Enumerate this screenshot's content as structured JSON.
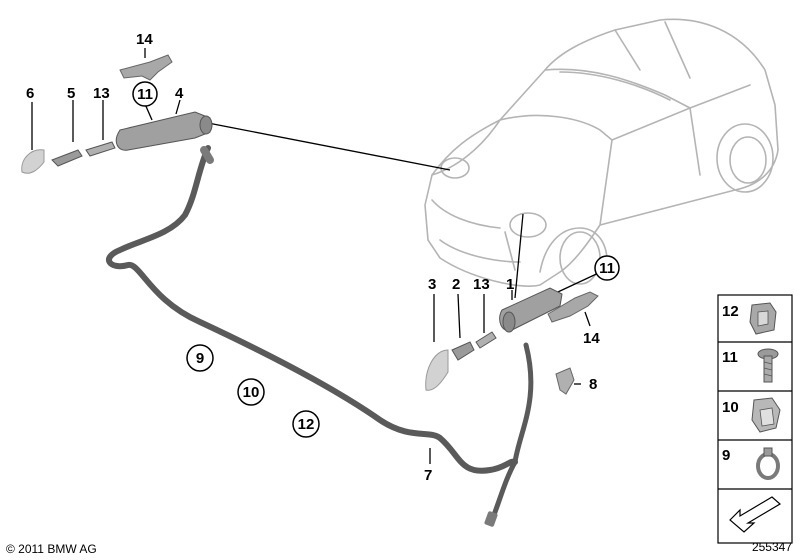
{
  "callouts": {
    "c6": "6",
    "c5": "5",
    "c13a": "13",
    "c11a": "11",
    "c4": "4",
    "c14a": "14",
    "c3": "3",
    "c2": "2",
    "c13b": "13",
    "c1": "1",
    "c11b": "11",
    "c14b": "14",
    "c8": "8",
    "c7": "7",
    "c9": "9",
    "c10": "10",
    "c12": "12"
  },
  "legend": {
    "items": [
      {
        "number": "12",
        "part": "clip"
      },
      {
        "number": "11",
        "part": "screw"
      },
      {
        "number": "10",
        "part": "clip"
      },
      {
        "number": "9",
        "part": "hose-clamp"
      }
    ],
    "nav_arrow": "arrow-icon"
  },
  "footer": {
    "copyright": "© 2011 BMW AG",
    "diagram_id": "255347"
  },
  "colors": {
    "part_gray": "#9a9a9a",
    "car_line": "#b4b4b4",
    "hose": "#5a5a5a"
  }
}
